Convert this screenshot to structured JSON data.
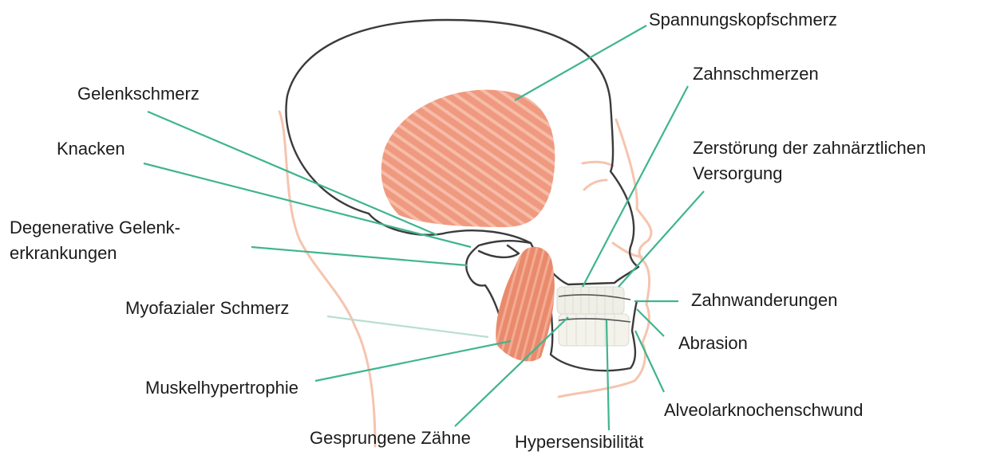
{
  "labels": {
    "spannungskopfschmerz": "Spannungskopfschmerz",
    "zahnschmerzen": "Zahnschmerzen",
    "gelenkschmerz": "Gelenkschmerz",
    "knacken": "Knacken",
    "zerstoerung_l1": "Zerstörung der zahnärztlichen",
    "zerstoerung_l2": "Versorgung",
    "degenerative_l1": "Degenerative Gelenk-",
    "degenerative_l2": "erkrankungen",
    "myofazialer": "Myofazialer Schmerz",
    "zahnwanderungen": "Zahnwanderungen",
    "abrasion": "Abrasion",
    "muskelhypertrophie": "Muskelhypertrophie",
    "alveolar": "Alveolarknochenschwund",
    "gesprungene": "Gesprungene Zähne",
    "hypersensibilitaet": "Hypersensibilität"
  },
  "colors": {
    "leader": "#3fb58f",
    "leader_faint": "#b9dfd2",
    "outline": "#3b3b3b",
    "skin": "#f6c4ae",
    "muscle": "#ec8f72",
    "teeth": "#efefe8"
  }
}
